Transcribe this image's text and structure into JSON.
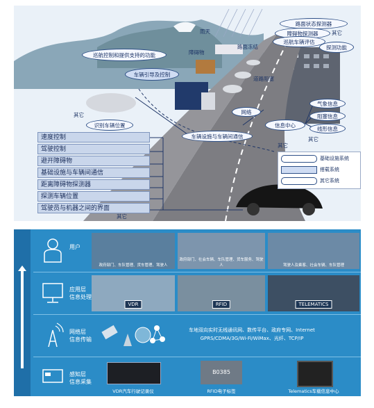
{
  "top": {
    "functions": [
      "速度控制",
      "驾驶控制",
      "避开障碍物",
      "基础设施与车辆间通信",
      "距离障碍物探测器",
      "探测车辆位置",
      "驾驶员与机器之间的界面"
    ],
    "bubbles": {
      "road_detector": "路面状态探测器",
      "obstacle_detector": "障碍物探测器",
      "vehicle_eval": "巡航车辆评估",
      "detect_func": "探测功能",
      "cruise": "巡航控制和提供支持的功能",
      "guidance": "车辆引导及控制",
      "identify": "识别车辆位置",
      "network": "网络",
      "infra_comm": "车辆设施与车辆间通信",
      "info_center": "信息中心",
      "weather": "气象信息",
      "congestion": "阻塞信息",
      "route": "线形信息"
    },
    "labels": {
      "rain": "雨天",
      "obstacle": "障碍物",
      "road_surface": "路面冻结",
      "traffic_jam": "道路阻塞",
      "other1": "其它",
      "other2": "其它",
      "other3": "其它",
      "other4": "其它",
      "other5": "其它"
    },
    "legend": [
      {
        "label": "基础设施系统",
        "color": "#ffffff"
      },
      {
        "label": "搭载系统",
        "color": "#cfdcf3"
      },
      {
        "label": "其它系统",
        "color": "#ffffff"
      }
    ],
    "colors": {
      "road": "#7d7d82",
      "sky": "#eaf1f8",
      "box_fill": "#c9d6eb",
      "line": "#2d4f86"
    }
  },
  "bottom": {
    "layers": [
      {
        "title_line1": "用户",
        "title_line2": "",
        "icon": "person-icon"
      },
      {
        "title_line1": "应用层",
        "title_line2": "信息处理",
        "icon": "monitor-icon"
      },
      {
        "title_line1": "网络层",
        "title_line2": "信息传输",
        "icon": "antenna-icon"
      },
      {
        "title_line1": "感知层",
        "title_line2": "信息采集",
        "icon": "screen-icon"
      }
    ],
    "user_captions": [
      "政府部门、车队管理、货车管理、驾驶人",
      "政府部门、社会车辆、车队管理、货车服务、驾驶人",
      "驾驶人及乘客、社会车辆、车队管理"
    ],
    "app_tags": [
      "VDR",
      "RFID",
      "TELEMATICS"
    ],
    "network_line1": "车地双向实时无线通讯网、数传平台、政府专网、Internet",
    "network_line2": "GPRS/CDMA/3G/Wi-Fi/WiMax、光纤、TCP/IP",
    "sensor_captions": [
      "VDR汽车行驶记录仪",
      "RFID电子标签",
      "Telematics车载信息中心"
    ],
    "rfid_tag_text": "B0385",
    "colors": {
      "panel": "#2b8cc7",
      "left_strip": "#1f6fa8"
    }
  }
}
